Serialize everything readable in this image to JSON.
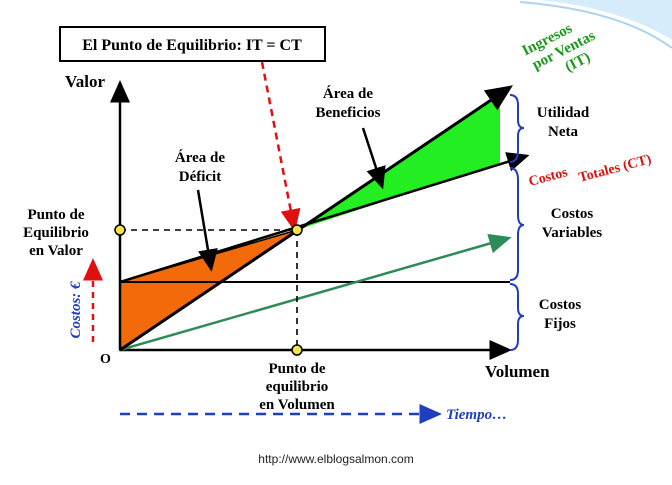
{
  "title": "El Punto de Equilibrio: IT = CT",
  "axes": {
    "y_label": "Valor",
    "x_label": "Volumen",
    "origin_label": "O"
  },
  "labels": {
    "deficit_line1": "Área de",
    "deficit_line2": "Déficit",
    "benefit_line1": "Área de",
    "benefit_line2": "Beneficios",
    "income_line1": "Ingresos",
    "income_line2": "por Ventas",
    "income_line3": "(IT)",
    "total_costs_a": "Costos",
    "total_costs_b": "Totales (CT)",
    "net_profit_line1": "Utilidad",
    "net_profit_line2": "Neta",
    "variable_costs_line1": "Costos",
    "variable_costs_line2": "Variables",
    "fixed_costs_line1": "Costos",
    "fixed_costs_line2": "Fijos",
    "eq_value_line1": "Punto de",
    "eq_value_line2": "Equilibrio",
    "eq_value_line3": "en Valor",
    "eq_volume_line1": "Punto de",
    "eq_volume_line2": "equilibrio",
    "eq_volume_line3": "en Volumen",
    "costs_axis": "Costos: €",
    "time": "Tiempo…",
    "source_url": "http://www.elblogsalmon.com"
  },
  "colors": {
    "profit_fill": "#22ee22",
    "loss_fill": "#f26a0a",
    "income_line": "#000000",
    "variable_costs_line": "#2e8b57",
    "dashed_red": "#e01010",
    "dashed_blue": "#1f3fbf",
    "income_text": "#1a9a1a",
    "total_costs_text": "#e01010",
    "costs_axis_text": "#1f3fbf",
    "equilibrium_point": "#f2e34a"
  }
}
